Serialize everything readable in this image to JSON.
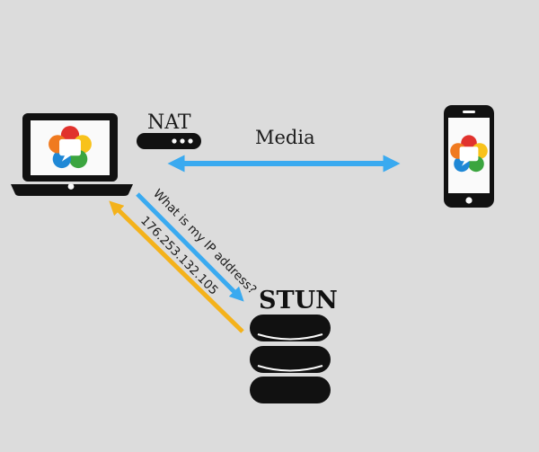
{
  "labels": {
    "nat": "NAT",
    "media": "Media",
    "stun": "STUN",
    "request": "What is my IP address?",
    "response": "176.253.132.105"
  },
  "colors": {
    "background": "#dcdcdc",
    "device": "#111111",
    "media_arrow": "#3aaaf0",
    "request_arrow": "#3aaaf0",
    "response_arrow": "#f4b21b",
    "webrtc_red": "#e1322d",
    "webrtc_yellow": "#f8c21b",
    "webrtc_green": "#3ba53f",
    "webrtc_blue": "#1f88d6",
    "webrtc_orange": "#f07a1f"
  },
  "icons": {
    "laptop": "laptop-icon",
    "router": "nat-router-icon",
    "phone": "smartphone-icon",
    "server": "database-server-icon",
    "webrtc": "webrtc-logo-icon"
  }
}
